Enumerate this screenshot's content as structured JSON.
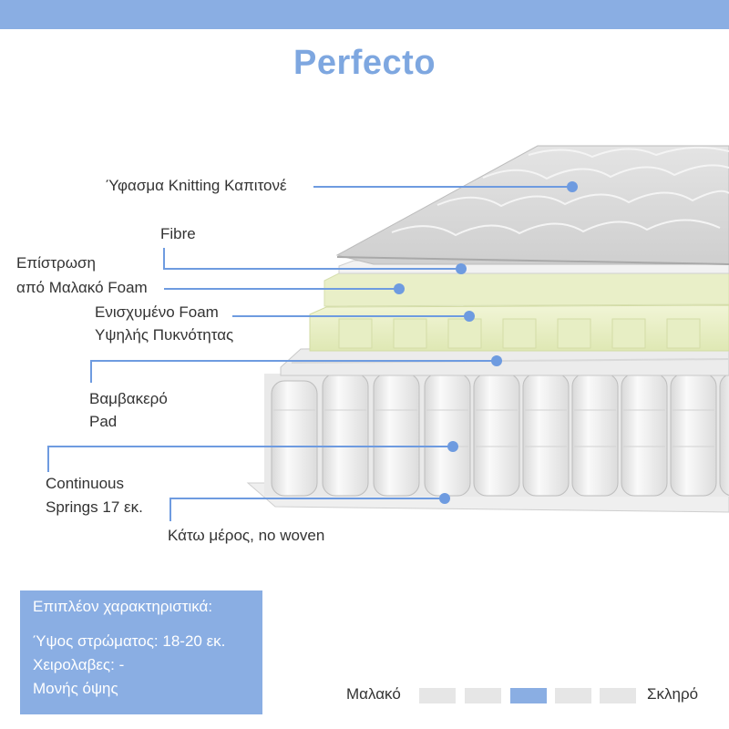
{
  "brand": {
    "accent": "#8aaee3",
    "title_color": "#7ea7e0",
    "leader_color": "#6e9be0"
  },
  "title": "Perfecto",
  "layers": [
    {
      "lines": [
        "Ύφασμα Knitting Καπιτονέ"
      ]
    },
    {
      "lines": [
        "Fibre"
      ]
    },
    {
      "lines": [
        "Επίστρωση",
        "από Μαλακό Foam"
      ]
    },
    {
      "lines": [
        "Ενισχυμένο Foam",
        "Υψηλής Πυκνότητας"
      ]
    },
    {
      "lines": [
        "Βαμβακερό",
        "Pad"
      ]
    },
    {
      "lines": [
        "Continuous",
        "Springs 17 εκ."
      ]
    },
    {
      "lines": [
        "Κάτω μέρος, no woven"
      ]
    }
  ],
  "features": {
    "title": "Επιπλέον χαρακτηριστικά:",
    "height": "Ύψος στρώματος: 18-20 εκ.",
    "handles": "Χειρολαβες: -",
    "sides": "Μονής όψης"
  },
  "firmness": {
    "soft_label": "Μαλακό",
    "hard_label": "Σκληρό",
    "levels": 5,
    "selected_level": 3
  }
}
